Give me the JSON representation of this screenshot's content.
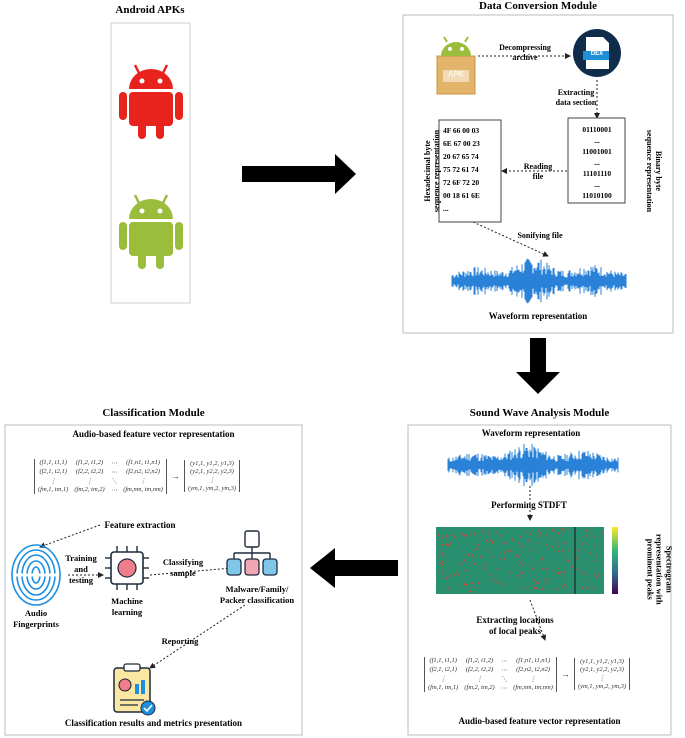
{
  "android_apks": {
    "title": "Android APKs",
    "colors": {
      "malware": "#e8231e",
      "benign": "#9abd3c"
    }
  },
  "conversion": {
    "title": "Data Conversion Module",
    "apk_label": "APK",
    "dex_label": "DEX",
    "decompressing_line1": "Decompressing",
    "decompressing_line2": "archive",
    "extracting_line1": "Extracting",
    "extracting_line2": "data section",
    "hex_label_line1": "Hexadecimal byte",
    "hex_label_line2": "sequence representation",
    "hex_rows": [
      "4F 66 00 03",
      "6E 67 00 23",
      "20 67 65 74",
      "75 72 61 74",
      "72 6F 72 20",
      "00 18 61 6E",
      "..."
    ],
    "reading_line1": "Reading",
    "reading_line2": "file",
    "bin_rows": [
      "01110001",
      "...",
      "11001001",
      "...",
      "11101110",
      "...",
      "11010100"
    ],
    "bin_label_line1": "Binary byte",
    "bin_label_line2": "sequence representation",
    "sonifying": "Sonifying file",
    "waveform": "Waveform representation"
  },
  "sound": {
    "title": "Sound Wave Analysis Module",
    "waveform": "Waveform representation",
    "stdft": "Performing STDFT",
    "spectro_line1": "Spectrogram",
    "spectro_line2": "representation with",
    "spectro_line3": "prominent peaks",
    "extract_line1": "Extracting locations",
    "extract_line2": "of local peaks",
    "feature": "Audio-based feature vector representation"
  },
  "classification": {
    "title": "Classification Module",
    "feature": "Audio-based feature vector representation",
    "feature_extraction": "Feature extraction",
    "audio_line1": "Audio",
    "audio_line2": "Fingerprints",
    "training_line1": "Training",
    "training_line2": "and",
    "training_line3": "testing",
    "ml_line1": "Machine",
    "ml_line2": "learning",
    "classifying_line1": "Classifying",
    "classifying_line2": "sample",
    "result_line1": "Malware/Family/",
    "result_line2": "Packer classification",
    "reporting": "Reporting",
    "results": "Classification results and metrics presentation"
  },
  "matrix": {
    "left_rows": [
      [
        "(f1,1, t1,1)",
        "(f1,2, t1,2)",
        "⋯",
        "(f1,n1, t1,n1)"
      ],
      [
        "(f2,1, t2,1)",
        "(f2,2, t2,2)",
        "⋯",
        "(f2,n2, t2,n2)"
      ],
      [
        "⋮",
        "⋮",
        "⋱",
        "⋮"
      ],
      [
        "(fm,1, tm,1)",
        "(fm,2, tm,2)",
        "⋯",
        "(fm,nm, tm,nm)"
      ]
    ],
    "right_rows": [
      "(y1,1, y1,2, y1,3)",
      "(y2,1, y2,2, y2,3)",
      "⋮",
      "(ym,1, ym,2, ym,3)"
    ],
    "arrow": "→"
  }
}
